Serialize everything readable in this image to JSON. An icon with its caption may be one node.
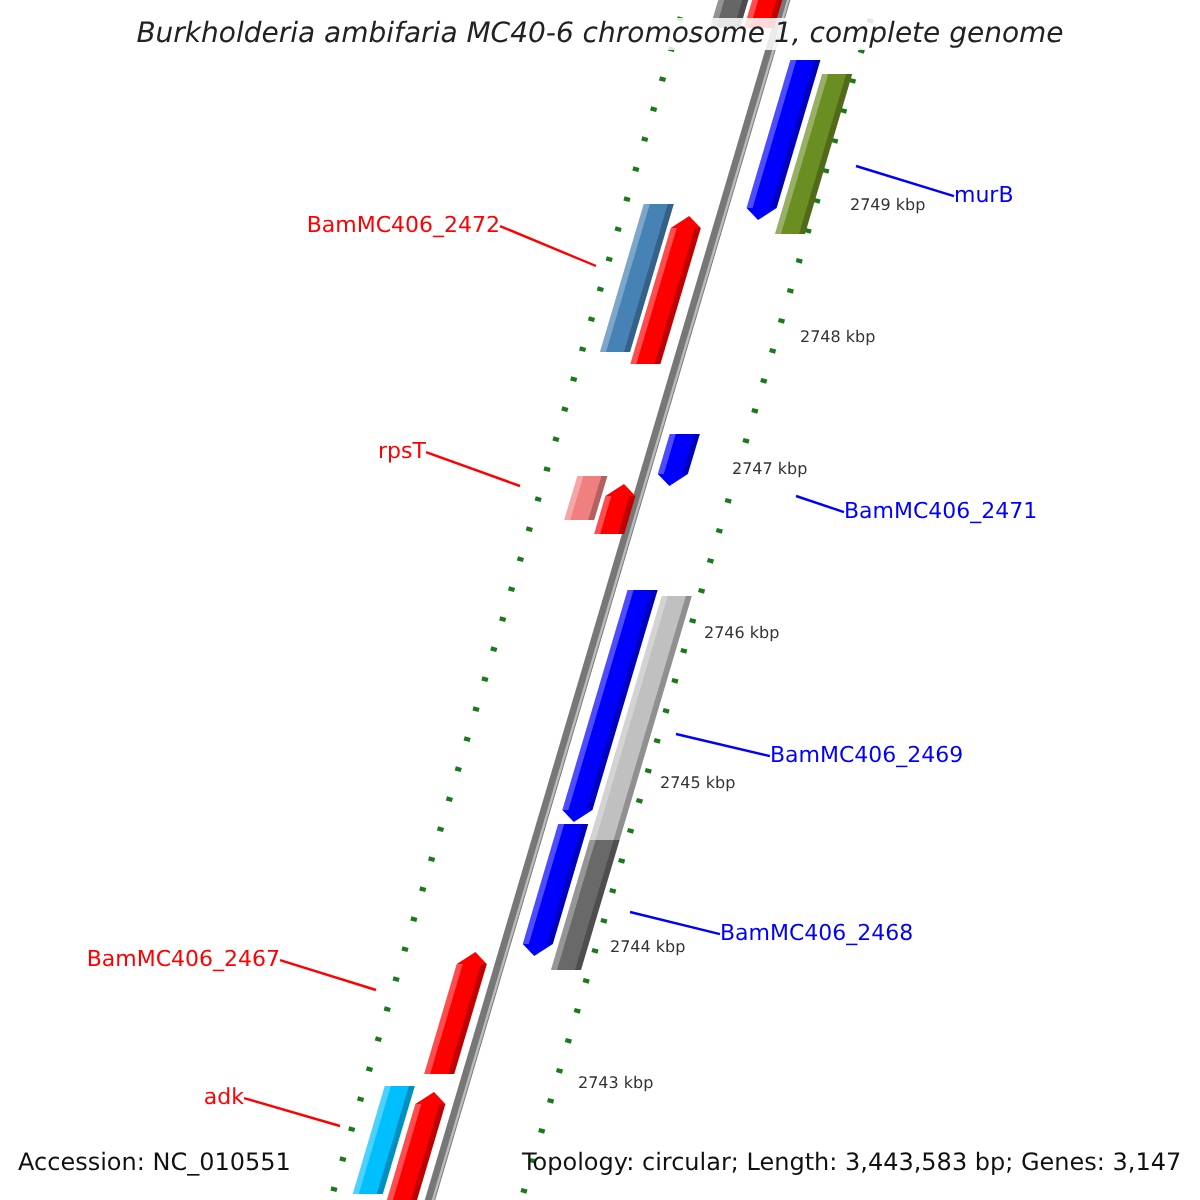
{
  "diagram": {
    "title": "Burkholderia ambifaria MC40-6 chromosome 1, complete genome",
    "nodes": [
      {
        "text": [
          "murB"
        ]
      },
      {
        "text": [
          "BamMC406_2472"
        ]
      },
      {
        "text": [
          "rpsT"
        ]
      },
      {
        "text": [
          "BamMC406_2471"
        ]
      },
      {
        "text": [
          "BamMC406_2469"
        ]
      },
      {
        "text": [
          "BamMC406_2468"
        ]
      },
      {
        "text": [
          "BamMC406_2467"
        ]
      },
      {
        "text": [
          "adk"
        ]
      }
    ],
    "edges": [
      {
        "from": 0,
        "to": null,
        "arrow": "none",
        "color": "#0000ff"
      },
      {
        "from": 1,
        "to": null,
        "arrow": "none",
        "color": "#ff0000"
      },
      {
        "from": 2,
        "to": null,
        "arrow": "none",
        "color": "#ff0000"
      },
      {
        "from": 3,
        "to": null,
        "arrow": "none",
        "color": "#0000ff"
      },
      {
        "from": 4,
        "to": null,
        "arrow": "none",
        "color": "#0000ff"
      },
      {
        "from": 5,
        "to": null,
        "arrow": "none",
        "color": "#0000ff"
      },
      {
        "from": 6,
        "to": null,
        "arrow": "none",
        "color": "#ff0000"
      },
      {
        "from": 7,
        "to": null,
        "arrow": "none",
        "color": "#ff0000"
      }
    ],
    "labels": [
      "2749 kbp",
      "2748 kbp",
      "2747 kbp",
      "2746 kbp",
      "2745 kbp",
      "2744 kbp",
      "2743 kbp",
      "Accession: NC_010551",
      "Topology: circular; Length: 3,443,583 bp; Genes: 3,147"
    ]
  }
}
